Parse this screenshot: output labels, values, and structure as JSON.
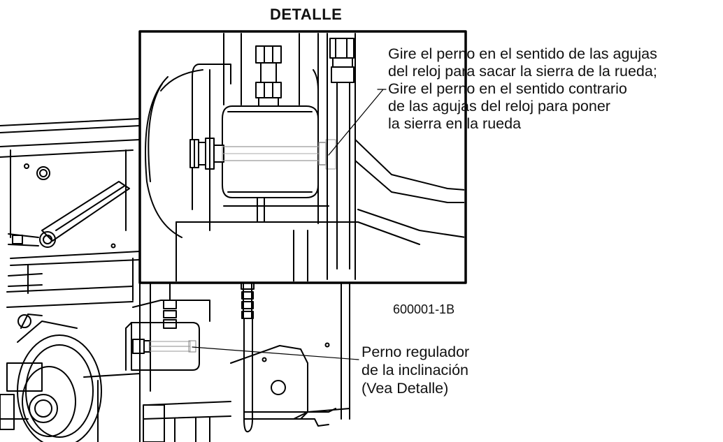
{
  "detail_title": "DETALLE",
  "detail_callout": {
    "lines": [
      "Gire el perno en el sentido de las agujas",
      "del reloj para sacar la sierra de la rueda;",
      "Gire el perno en el sentido contrario",
      "de las agujas del reloj para poner",
      "la sierra en la rueda"
    ]
  },
  "figure_id": "600001-1B",
  "bolt_callout": {
    "lines": [
      "Perno regulador",
      "de la inclinación",
      "(Vea Detalle)"
    ]
  }
}
